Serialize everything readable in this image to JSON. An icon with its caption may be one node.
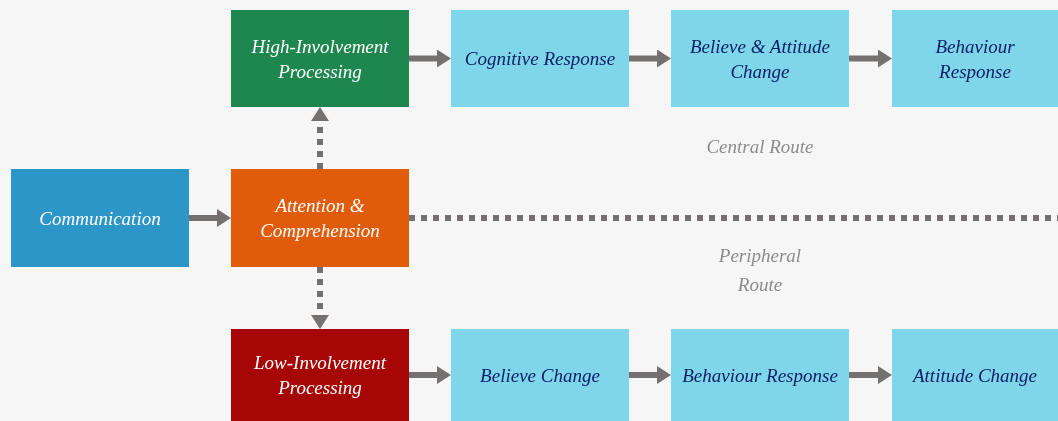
{
  "diagram": {
    "nodes": [
      {
        "text": [
          "Communication"
        ]
      },
      {
        "text": [
          "High-Involvement Processing"
        ]
      },
      {
        "text": [
          "Attention & Comprehension"
        ]
      },
      {
        "text": [
          "Low-Involvement Processing"
        ]
      },
      {
        "text": [
          "Cognitive Response"
        ]
      },
      {
        "text": [
          "Believe & Attitude Change"
        ]
      },
      {
        "text": [
          "Behaviour Response"
        ]
      },
      {
        "text": [
          "Believe Change"
        ]
      },
      {
        "text": [
          "Behaviour Response"
        ]
      },
      {
        "text": [
          "Attitude Change"
        ]
      }
    ],
    "edges": [
      {
        "from": 0,
        "to": 2,
        "arrow": "to"
      },
      {
        "from": 2,
        "to": 1,
        "arrow": "to",
        "style": "dashed"
      },
      {
        "from": 2,
        "to": 3,
        "arrow": "to",
        "style": "dashed"
      },
      {
        "from": 1,
        "to": 4,
        "arrow": "to"
      },
      {
        "from": 4,
        "to": 5,
        "arrow": "to"
      },
      {
        "from": 5,
        "to": 6,
        "arrow": "to"
      },
      {
        "from": 3,
        "to": 7,
        "arrow": "to"
      },
      {
        "from": 7,
        "to": 8,
        "arrow": "to"
      },
      {
        "from": 8,
        "to": 9,
        "arrow": "to"
      },
      {
        "from": 2,
        "to": null,
        "arrow": "none",
        "style": "dashed"
      }
    ],
    "labels": [
      "Central Route",
      "Peripheral Route"
    ]
  }
}
